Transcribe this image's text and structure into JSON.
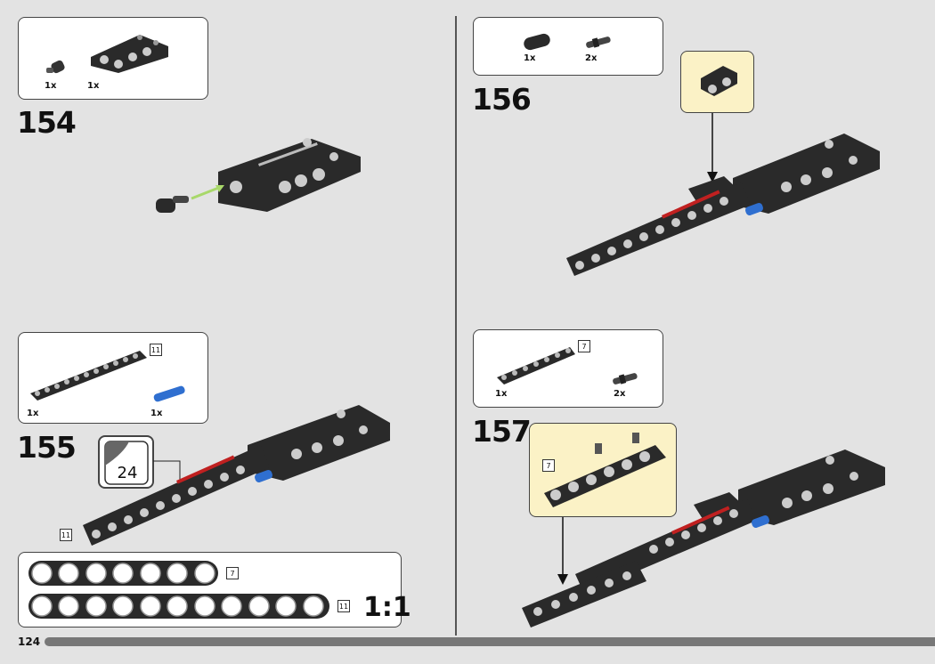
{
  "page": {
    "number": "124",
    "scale_label": "1:1"
  },
  "steps": [
    {
      "id": "154",
      "number": "154",
      "parts": [
        {
          "qty": "1x"
        },
        {
          "qty": "1x"
        }
      ]
    },
    {
      "id": "155",
      "number": "155",
      "parts": [
        {
          "qty": "1x"
        },
        {
          "qty": "1x"
        }
      ],
      "length_badge": "11",
      "model_badge": "11",
      "submodel": "24"
    },
    {
      "id": "156",
      "number": "156",
      "parts": [
        {
          "qty": "1x"
        },
        {
          "qty": "2x"
        }
      ]
    },
    {
      "id": "157",
      "number": "157",
      "parts": [
        {
          "qty": "1x"
        },
        {
          "qty": "2x"
        }
      ],
      "length_badge": "7",
      "callout_badge": "7"
    }
  ],
  "scale_ruler": {
    "beams": [
      {
        "holes": 7,
        "label": "7"
      },
      {
        "holes": 11,
        "label": "11"
      }
    ]
  },
  "colors": {
    "beam": "#2a2a2a",
    "pin_blue": "#2f6fd0",
    "arrow_green": "#a8d86a",
    "callout_bg": "#fbf2c6"
  }
}
